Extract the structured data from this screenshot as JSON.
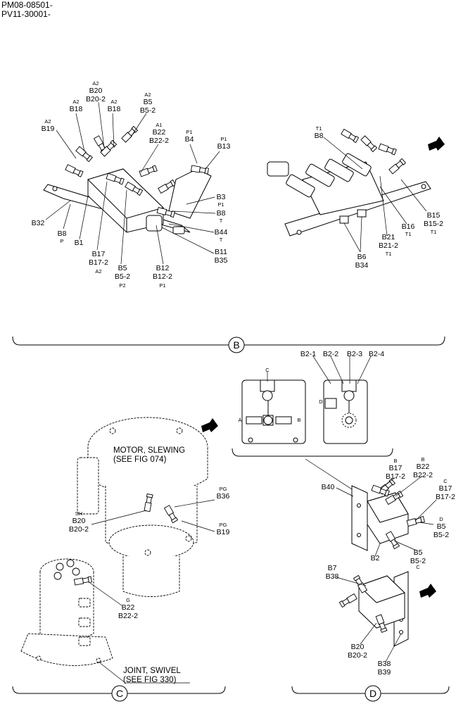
{
  "header": {
    "line1": "PM08-08501-",
    "line2": "PV11-30001-"
  },
  "views": {
    "b": "B",
    "c": "C",
    "d": "D"
  },
  "callouts": {
    "b1": [
      {
        "lines": [
          "A2",
          "B20",
          "B20-2"
        ]
      },
      {
        "lines": [
          "A2",
          "B5",
          "B5-2"
        ]
      },
      {
        "lines": [
          "A2",
          "B18"
        ]
      },
      {
        "lines": [
          "A2",
          "B18"
        ]
      },
      {
        "lines": [
          "A2",
          "B19"
        ]
      },
      {
        "lines": [
          "A1",
          "B22",
          "B22-2"
        ]
      },
      {
        "lines": [
          "P1",
          "B4"
        ]
      },
      {
        "lines": [
          "P1",
          "B13"
        ]
      },
      {
        "lines": [
          "B3",
          "P1"
        ]
      },
      {
        "lines": [
          "B8",
          "T"
        ]
      },
      {
        "lines": [
          "B44",
          "T"
        ]
      },
      {
        "lines": [
          "B11",
          "B35"
        ]
      },
      {
        "lines": [
          "B12",
          "B12-2",
          "P1"
        ]
      },
      {
        "lines": [
          "B5",
          "B5-2",
          "P2"
        ]
      },
      {
        "lines": [
          "B17",
          "B17-2",
          "A2"
        ]
      },
      {
        "lines": [
          "B1"
        ]
      },
      {
        "lines": [
          "B8",
          "P"
        ]
      },
      {
        "lines": [
          "B32"
        ]
      }
    ],
    "b2": [
      {
        "lines": [
          "T1",
          "B8"
        ]
      },
      {
        "lines": [
          "B15",
          "B15-2",
          "T1"
        ]
      },
      {
        "lines": [
          "B16",
          "T1"
        ]
      },
      {
        "lines": [
          "B21",
          "B21-2",
          "T1"
        ]
      },
      {
        "lines": [
          "B6",
          "B34"
        ]
      }
    ],
    "detail": [
      {
        "lines": [
          "B2-1"
        ]
      },
      {
        "lines": [
          "B2-2"
        ]
      },
      {
        "lines": [
          "B2-3"
        ]
      },
      {
        "lines": [
          "B2-4"
        ]
      },
      {
        "lines": [
          "C"
        ]
      },
      {
        "lines": [
          "A"
        ]
      },
      {
        "lines": [
          "B"
        ]
      },
      {
        "lines": [
          "D"
        ]
      }
    ],
    "c": [
      {
        "lines": [
          "MOTOR, SLEWING",
          "(SEE FIG 074)"
        ]
      },
      {
        "lines": [
          "PG",
          "B36"
        ]
      },
      {
        "lines": [
          "SH",
          "B20",
          "B20-2"
        ]
      },
      {
        "lines": [
          "PG",
          "B19"
        ]
      },
      {
        "lines": [
          "G",
          "B22",
          "B22-2"
        ]
      },
      {
        "lines": [
          "JOINT, SWIVEL",
          "(SEE FIG 330)"
        ]
      }
    ],
    "d": [
      {
        "lines": [
          "B",
          "B17",
          "B17-2"
        ]
      },
      {
        "lines": [
          "B",
          "B22",
          "B22-2"
        ]
      },
      {
        "lines": [
          "B40"
        ]
      },
      {
        "lines": [
          "C",
          "B17",
          "B17-2"
        ]
      },
      {
        "lines": [
          "D",
          "B5",
          "B5-2"
        ]
      },
      {
        "lines": [
          "B5",
          "B5-2"
        ]
      },
      {
        "lines": [
          "B2"
        ]
      },
      {
        "lines": [
          "B7",
          "B38"
        ]
      },
      {
        "lines": [
          "C"
        ]
      },
      {
        "lines": [
          "B20",
          "B20-2"
        ]
      },
      {
        "lines": [
          "B38",
          "B39"
        ]
      }
    ]
  }
}
